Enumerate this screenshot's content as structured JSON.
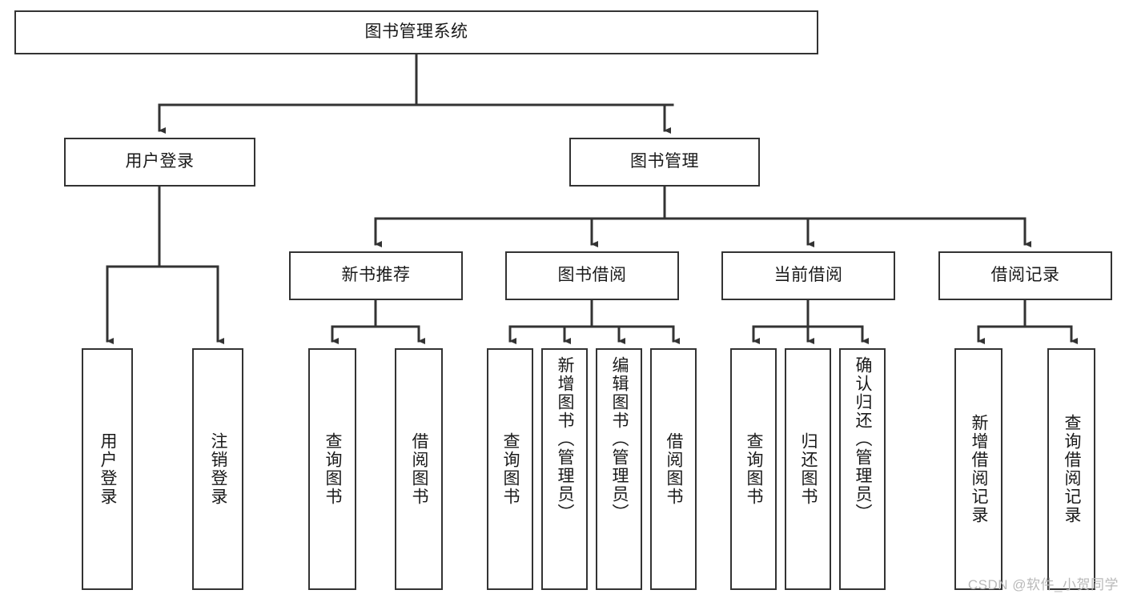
{
  "diagram": {
    "type": "tree",
    "title": "图书管理系统",
    "root": {
      "id": "root",
      "label": "图书管理系统"
    },
    "level2": [
      {
        "id": "user-login",
        "label": "用户登录"
      },
      {
        "id": "book-manage",
        "label": "图书管理"
      }
    ],
    "level3": [
      {
        "id": "new-book-recommend",
        "label": "新书推荐",
        "parent": "book-manage"
      },
      {
        "id": "book-borrow",
        "label": "图书借阅",
        "parent": "book-manage"
      },
      {
        "id": "current-borrow",
        "label": "当前借阅",
        "parent": "book-manage"
      },
      {
        "id": "borrow-record",
        "label": "借阅记录",
        "parent": "book-manage"
      }
    ],
    "leaves": [
      {
        "id": "leaf-user-login",
        "label": "用户登录",
        "parent": "user-login"
      },
      {
        "id": "leaf-user-logout",
        "label": "注销登录",
        "parent": "user-login"
      },
      {
        "id": "leaf-query-book-1",
        "label": "查询图书",
        "parent": "new-book-recommend"
      },
      {
        "id": "leaf-borrow-book-1",
        "label": "借阅图书",
        "parent": "new-book-recommend"
      },
      {
        "id": "leaf-query-book-2",
        "label": "查询图书",
        "parent": "book-borrow"
      },
      {
        "id": "leaf-add-book",
        "label": "新增图书（管理员）",
        "parent": "book-borrow"
      },
      {
        "id": "leaf-edit-book",
        "label": "编辑图书（管理员）",
        "parent": "book-borrow"
      },
      {
        "id": "leaf-borrow-book-2",
        "label": "借阅图书",
        "parent": "book-borrow"
      },
      {
        "id": "leaf-query-book-3",
        "label": "查询图书",
        "parent": "current-borrow"
      },
      {
        "id": "leaf-return-book",
        "label": "归还图书",
        "parent": "current-borrow"
      },
      {
        "id": "leaf-confirm-return",
        "label": "确认归还（管理员）",
        "parent": "current-borrow"
      },
      {
        "id": "leaf-add-record",
        "label": "新增借阅记录",
        "parent": "borrow-record"
      },
      {
        "id": "leaf-query-record",
        "label": "查询借阅记录",
        "parent": "borrow-record"
      }
    ],
    "colors": {
      "stroke": "#333333",
      "fill": "#ffffff",
      "text": "#1a1a1a",
      "watermark": "#b9b9b9"
    }
  },
  "watermark": {
    "text": "CSDN @软件_小贺同学"
  }
}
